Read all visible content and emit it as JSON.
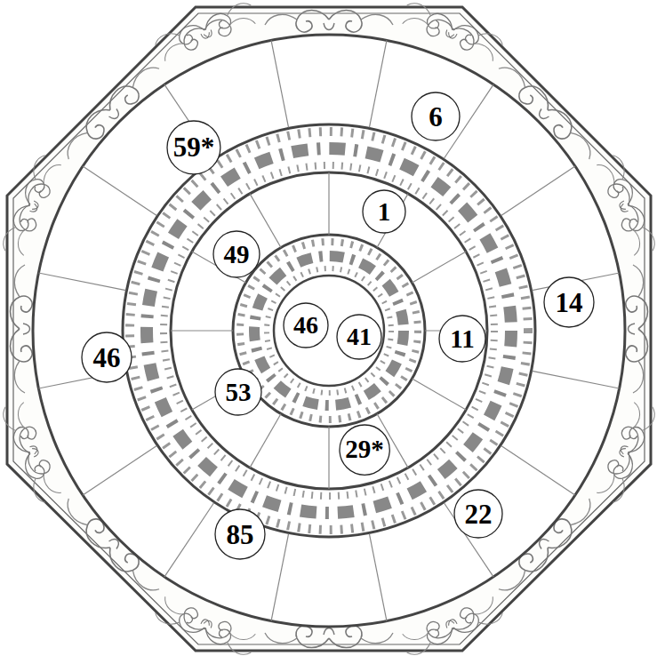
{
  "diagram": {
    "nodes": [
      {
        "text": [
          "6"
        ]
      },
      {
        "text": [
          "59*"
        ]
      },
      {
        "text": [
          "1"
        ]
      },
      {
        "text": [
          "49"
        ]
      },
      {
        "text": [
          "14"
        ]
      },
      {
        "text": [
          "46"
        ]
      },
      {
        "text": [
          "41"
        ]
      },
      {
        "text": [
          "11"
        ]
      },
      {
        "text": [
          "46"
        ]
      },
      {
        "text": [
          "53"
        ]
      },
      {
        "text": [
          "29*"
        ]
      },
      {
        "text": [
          "22"
        ]
      },
      {
        "text": [
          "85"
        ]
      }
    ]
  }
}
